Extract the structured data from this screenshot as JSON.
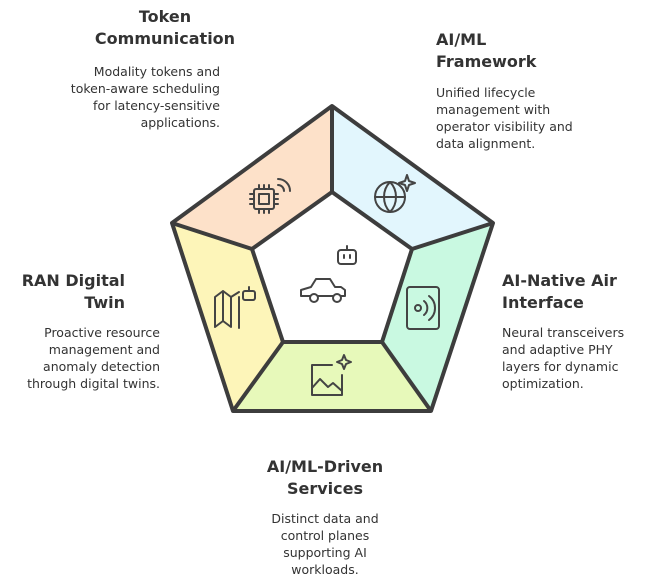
{
  "segments": [
    {
      "title": "Token Communication",
      "description": "Modality tokens and token-aware scheduling for latency-sensitive applications.",
      "icon": "chip-wireless-icon",
      "color": "#fde1c9"
    },
    {
      "title": "AI/ML Framework",
      "description": "Unified lifecycle management with operator visibility and data alignment.",
      "icon": "globe-sparkle-icon",
      "color": "#e2f6fd"
    },
    {
      "title": "AI-Native Air Interface",
      "description": "Neural transceivers and adaptive PHY layers for dynamic optimization.",
      "icon": "signal-box-icon",
      "color": "#c9f9e1"
    },
    {
      "title": "AI/ML-Driven Services",
      "description": "Distinct data and control planes supporting AI workloads.",
      "icon": "image-sparkle-icon",
      "color": "#e7f9ba"
    },
    {
      "title": "RAN Digital Twin",
      "description": "Proactive resource management and anomaly detection through digital twins.",
      "icon": "map-robot-icon",
      "color": "#fdf5b9"
    }
  ],
  "center": {
    "icon": "car-robot-icon"
  }
}
